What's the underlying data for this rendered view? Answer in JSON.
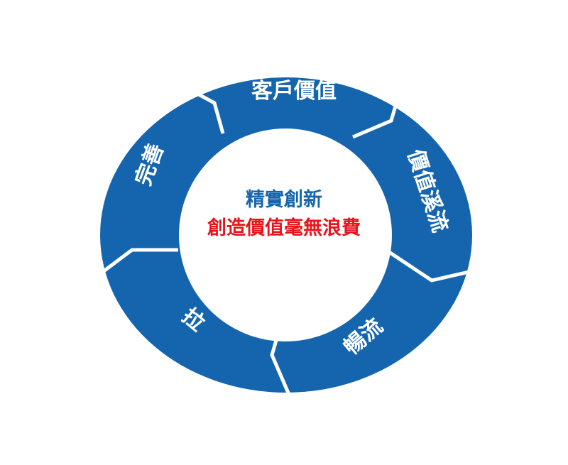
{
  "colors": {
    "ring": "#1565AE",
    "center_primary": "#1565AE",
    "center_secondary": "#E8141C",
    "background": "#ffffff"
  },
  "segments": [
    {
      "id": "customer-value",
      "label": "客戶價值"
    },
    {
      "id": "value-stream",
      "label": "價值溪流"
    },
    {
      "id": "flow",
      "label": "暢流"
    },
    {
      "id": "pull",
      "label": "拉"
    },
    {
      "id": "perfection",
      "label": "完善"
    }
  ],
  "center": {
    "line1": "精實創新",
    "line2": "創造價值毫無浪費"
  }
}
